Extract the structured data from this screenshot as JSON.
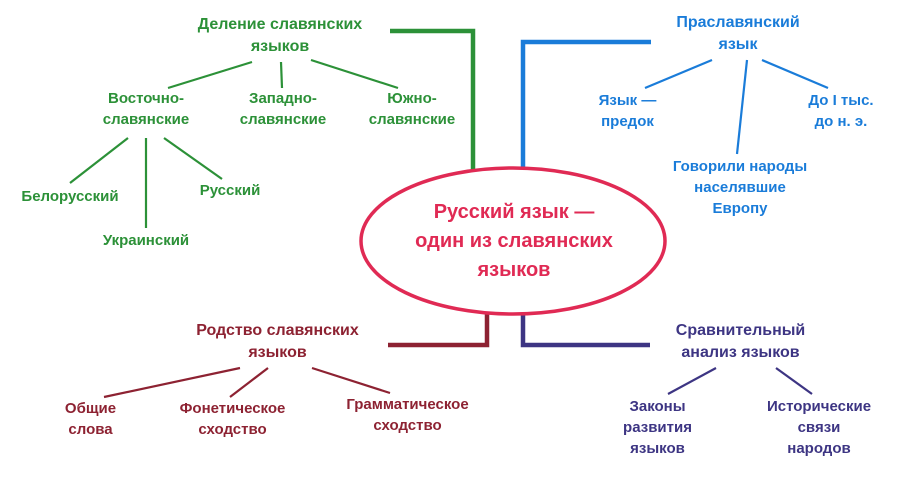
{
  "title": "Русский язык — один из славянских языков",
  "center": {
    "label": "Русский язык —\nодин из славянских\nязыков",
    "color": "#e02a54"
  },
  "branches": {
    "division": {
      "color": "#2c9138",
      "title": "Деление славянских\nязыков",
      "east": "Восточно-\nславянские",
      "west": "Западно-\nславянские",
      "south": "Южно-\nславянские",
      "belarusian": "Белорусский",
      "russian": "Русский",
      "ukrainian": "Украинский"
    },
    "proto": {
      "color": "#1a7cd9",
      "title": "Праславянский\nязык",
      "ancestor": "Язык —\nпредок",
      "period": "До I тыс.\nдо н. э.",
      "peoples": "Говорили народы\nнаселявшие\nЕвропу"
    },
    "kinship": {
      "color": "#8d2232",
      "title": "Родство славянских\nязыков",
      "common_words": "Общие\nслова",
      "phonetic": "Фонетическое\nсходство",
      "grammar": "Грамматическое\nсходство"
    },
    "comparative": {
      "color": "#3d3583",
      "title": "Сравнительный\nанализ языков",
      "laws": "Законы\nразвития\nязыков",
      "historical": "Исторические\nсвязи\nнародов"
    }
  }
}
